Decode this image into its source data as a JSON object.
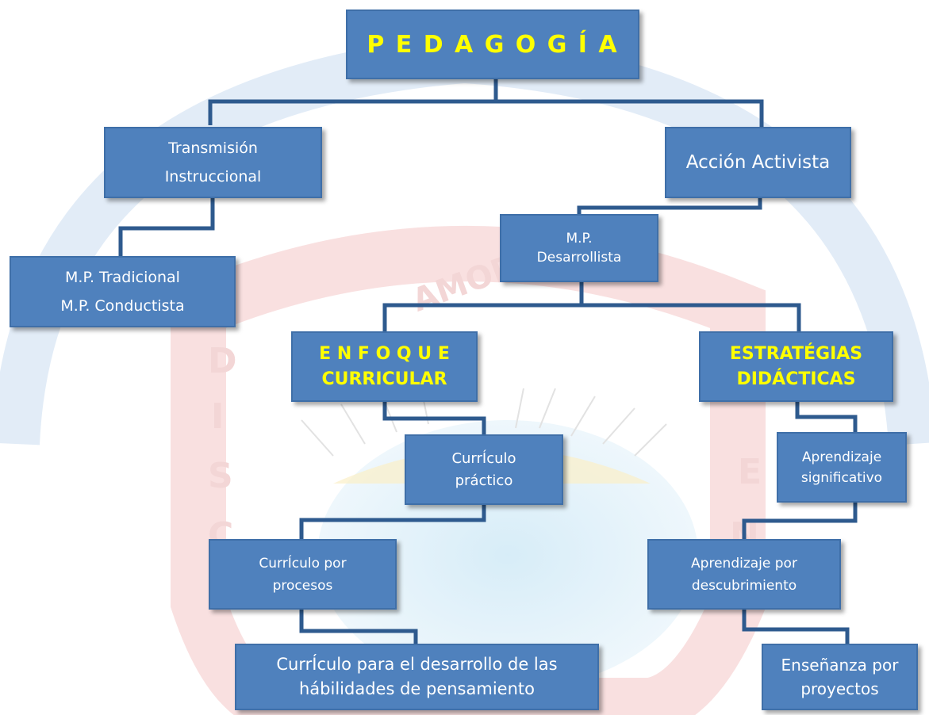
{
  "diagram": {
    "root": {
      "label": "P E D A G O G Í A"
    },
    "transmision": {
      "line1": "Transmisión",
      "line2": "Instruccional"
    },
    "accion": {
      "label": "Acción Activista"
    },
    "tradicional": {
      "line1": "M.P. Tradicional",
      "line2": "M.P. Conductista"
    },
    "desarrollista": {
      "line1": "M.P.",
      "line2": "Desarrollista"
    },
    "enfoque": {
      "line1": "E N F O Q U E",
      "line2": "CURRICULAR"
    },
    "estrategias": {
      "line1": "ESTRATÉGIAS",
      "line2": "DIDÁCTICAS"
    },
    "practico": {
      "line1": "CurrÍculo",
      "line2": "práctico"
    },
    "significativo": {
      "line1": "Aprendizaje",
      "line2": "significativo"
    },
    "procesos": {
      "line1": "CurrÍculo por",
      "line2": "procesos"
    },
    "descubrimiento": {
      "line1": "Aprendizaje por",
      "line2": "descubrimiento"
    },
    "habilidades": {
      "line1": "CurrÍculo para el desarrollo de las",
      "line2": "hábilidades de pensamiento"
    },
    "proyectos": {
      "line1": "Enseñanza por",
      "line2": "proyectos"
    }
  },
  "watermark": {
    "text_top": "AMOR",
    "letters_left": [
      "D",
      "I",
      "S",
      "C"
    ],
    "letters_right": [
      "E",
      "N"
    ]
  },
  "colors": {
    "node_fill": "#4f81bd",
    "connector": "#2e5a8e",
    "highlight_text": "#ffff00"
  }
}
